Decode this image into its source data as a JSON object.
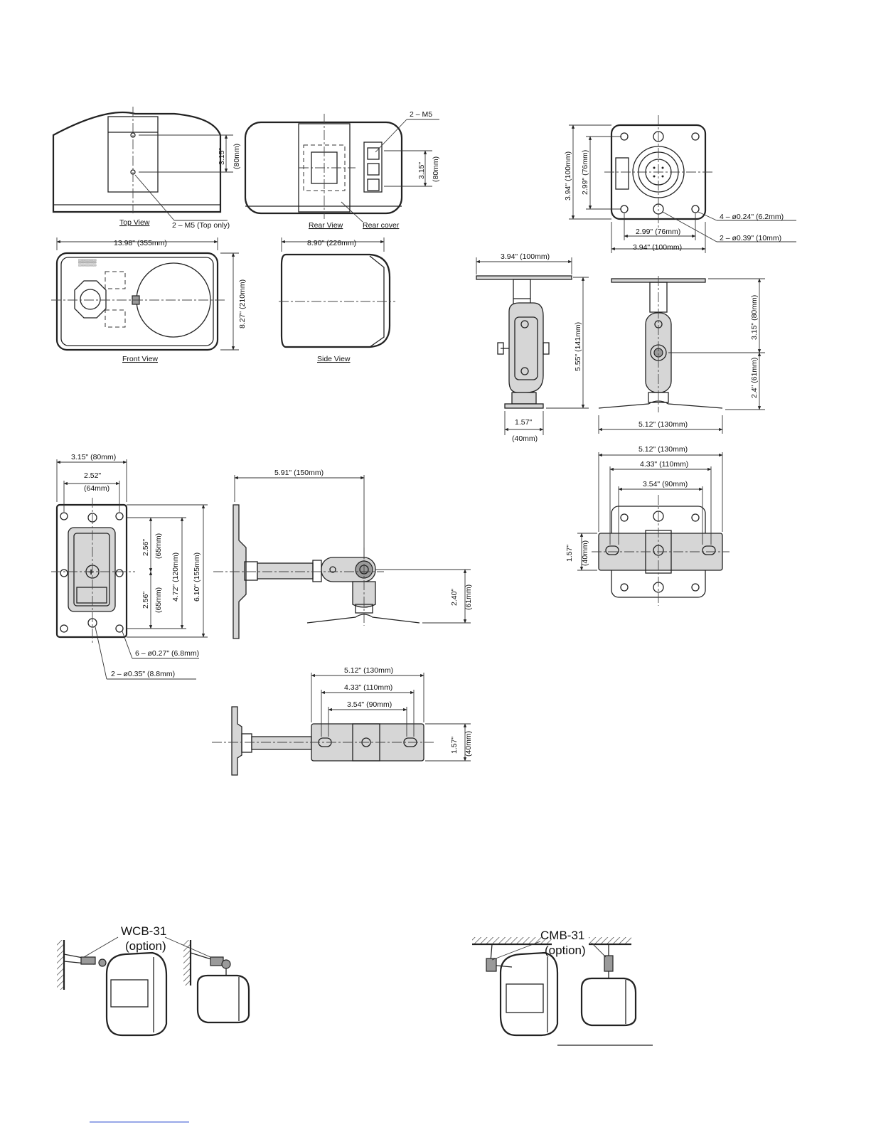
{
  "speaker_views": {
    "top_view": {
      "caption": "Top View",
      "dim_height": "3.15\"",
      "dim_height_mm": "(80mm)",
      "callout": "2 – M5 (Top only)"
    },
    "rear_view": {
      "caption": "Rear View",
      "callout_rear_cover": "Rear cover",
      "callout_m5": "2 – M5",
      "dim": "3.15\"",
      "dim_mm": "(80mm)"
    },
    "front_view": {
      "caption": "Front View",
      "width": "13.98\" (355mm)",
      "height": "8.27\" (210mm)"
    },
    "side_view": {
      "caption": "Side View",
      "depth": "8.90\" (226mm)"
    }
  },
  "ceiling_bracket": {
    "plate_height": "3.94\" (100mm)",
    "hole_pitch_v": "2.99\" (76mm)",
    "hole_pitch_h": "2.99\" (76mm)",
    "plate_width": "3.94\" (100mm)",
    "holes_small": "4 – ø0.24\" (6.2mm)",
    "holes_large": "2 – ø0.39\" (10mm)",
    "top_width": "3.94\" (100mm)",
    "total_height": "5.55\" (141mm)",
    "upper_h": "3.15\" (80mm)",
    "lower_h": "2.4\" (61mm)",
    "base_w": "1.57\"",
    "base_w_mm": "(40mm)",
    "foot_w": "5.12\" (130mm)",
    "bottom_w1": "5.12\" (130mm)",
    "bottom_w2": "4.33\" (110mm)",
    "bottom_w3": "3.54\" (90mm)",
    "bottom_h": "1.57\"",
    "bottom_h_mm": "(40mm)"
  },
  "wall_bracket": {
    "width": "3.15\" (80mm)",
    "inner_w": "2.52\"",
    "inner_w_mm": "(64mm)",
    "pitch_a": "2.56\"",
    "pitch_a_mm": "(65mm)",
    "pitch_b": "2.56\"",
    "pitch_b_mm": "(65mm)",
    "mid": "4.72\" (120mm)",
    "total": "6.10\" (155mm)",
    "holes6": "6 – ø0.27\" (6.8mm)",
    "holes2": "2 – ø0.35\" (8.8mm)",
    "arm_len": "5.91\" (150mm)",
    "drop": "2.40\"",
    "drop_mm": "(61mm)",
    "plan_w1": "5.12\" (130mm)",
    "plan_w2": "4.33\" (110mm)",
    "plan_w3": "3.54\" (90mm)",
    "plan_h": "1.57\"",
    "plan_h_mm": "(40mm)"
  },
  "installations": {
    "wall_label": "WCB-31",
    "wall_option": "(option)",
    "ceiling_label": "CMB-31",
    "ceiling_option": "(option)"
  }
}
